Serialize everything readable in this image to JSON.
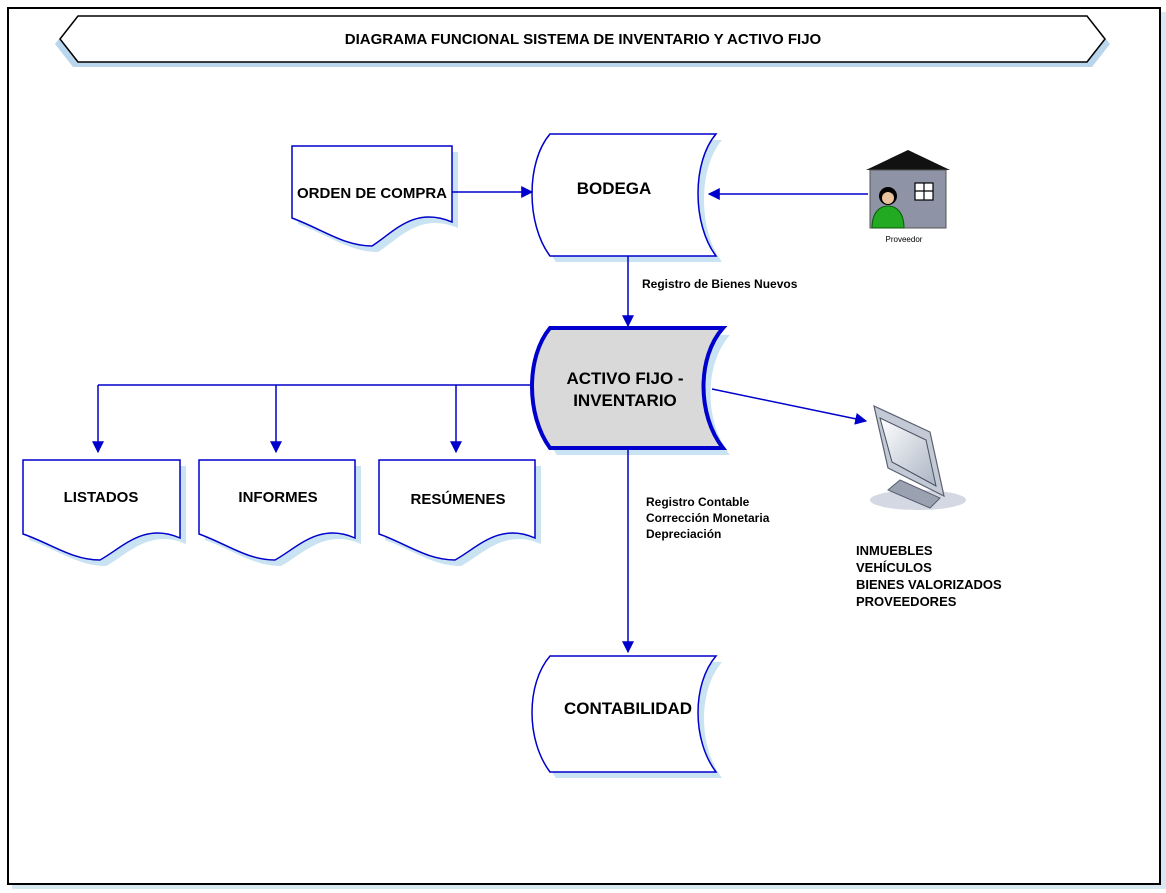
{
  "title": "DIAGRAMA FUNCIONAL SISTEMA DE INVENTARIO Y ACTIVO FIJO",
  "nodes": {
    "orden_compra": "ORDEN DE COMPRA",
    "bodega": "BODEGA",
    "proveedor": "Proveedor",
    "activo_fijo_line1": "ACTIVO FIJO -",
    "activo_fijo_line2": "INVENTARIO",
    "listados": "LISTADOS",
    "informes": "INFORMES",
    "resumenes": "RESÚMENES",
    "contabilidad": "CONTABILIDAD"
  },
  "edges": {
    "registro_bienes": "Registro de Bienes Nuevos",
    "contable_line1": "Registro Contable",
    "contable_line2": "Corrección Monetaria",
    "contable_line3": "Depreciación"
  },
  "monitor_list": [
    "INMUEBLES",
    "VEHÍCULOS",
    "BIENES VALORIZADOS",
    "PROVEEDORES"
  ],
  "colors": {
    "line": "#0000cc",
    "shadow": "#c9e3f2",
    "highlight_fill": "#d9d9d9",
    "roof": "#111111",
    "house": "#8f93a6",
    "person": "#22aa22"
  }
}
